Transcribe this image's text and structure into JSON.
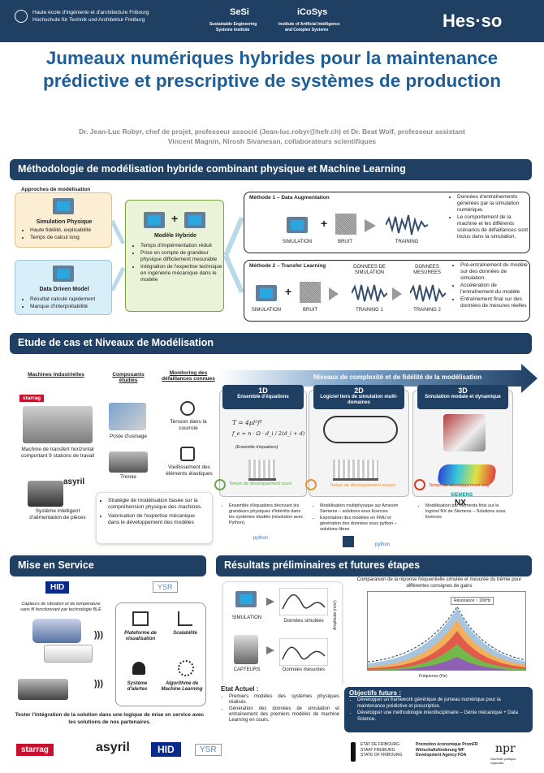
{
  "header": {
    "school_line1": "Haute école d'ingénierie et d'architecture Fribourg",
    "school_line2": "Hochschule für Technik und Architektur Freiburg",
    "sesi_name": "SeSi",
    "sesi_sub1": "Sustainable Engineering",
    "sesi_sub2": "Systems Institute",
    "icosys_name": "iCoSys",
    "icosys_sub1": "Institute of Artificial Intelligence",
    "icosys_sub2": "and Complex Systems",
    "hesso": "Hes·so"
  },
  "title": "Jumeaux numériques hybrides pour la maintenance prédictive et prescriptive de systèmes de production",
  "authors_line1": "Dr. Jean-Luc Robyr, chef de projet, professeur associé (Jean-luc.robyr@hefr.ch) et Dr. Beat Wolf, professeur assistant",
  "authors_line2": "Vincent Magnin, Nirosh Sivanesan, collaborateurs scientifiques",
  "sec1": {
    "title": "Méthodologie de modélisation hybride combinant physique et Machine Learning",
    "approaches_title": "Approches de modélisation",
    "sim_title": "Simulation Physique",
    "sim_b1": "Haute fidélité, explicabilité",
    "sim_b2": "Temps de calcul long",
    "data_title": "Data Driven Model",
    "data_b1": "Résultat calculé rapidement",
    "data_b2": "Manque d'interprétabilité",
    "hybrid_title": "Modèle Hybride",
    "hybrid_b1": "Temps d'implémentation réduit",
    "hybrid_b2": "Prise en compte de grandeur physique difficilement mesurable",
    "hybrid_b3": "Intégration de l'expertise technique en ingénierie mécanique dans le modèle",
    "m1_title": "Méthode 1 – Data Augmentation",
    "m1_sim": "SIMULATION",
    "m1_bruit": "BRUIT",
    "m1_training": "TRAINING",
    "m1_b1": "Données d'entraînements générées par la simulation numérique.",
    "m1_b2": "Le comportement de la machine et les différents scénarios de défaillances sont inclus dans la simulation.",
    "m2_title": "Méthode 2 – Transfer Learning",
    "m2_sim": "SIMULATION",
    "m2_bruit": "BRUIT",
    "m2_donnees_sim": "DONNEES DE SIMULATION",
    "m2_donnees_mes": "DONNEES MESUREES",
    "m2_tr1": "TRAINING 1",
    "m2_tr2": "TRAINING 2",
    "m2_b1": "Pré-entraînement du modèle sur des données de simulation.",
    "m2_b2": "Accélération de l'entraînement du modèle",
    "m2_b3": "Entraînement final sur des données de mesures réelles"
  },
  "sec2": {
    "title": "Etude de cas et Niveaux de Modélisation",
    "col1": "Machines industrielles",
    "col2": "Composants étudiés",
    "col3": "Monitoring des défaillances connues",
    "starrag_small": "starrag",
    "machine1": "Machine de transfert horizontal comportant 9 stations de travail",
    "asyril_small": "asyril",
    "machine2": "Système intelligent d'alimentation de pièces",
    "comp1": "Poste d'usinage",
    "comp2": "Trémie",
    "mon1": "Tension dans la courroie",
    "mon2": "Vieillissement des éléments élastiques",
    "arrow": "Niveaux de complexité et de fidélité de la modélisation",
    "lvl1_t": "1D",
    "lvl1_s": "Ensemble d'équations",
    "lvl2_t": "2D",
    "lvl2_s": "Logiciel tiers de simulation multi-domaines",
    "lvl3_t": "3D",
    "lvl3_s": "Simulation modale et dynamique",
    "eq1": "T = 4μl²f²",
    "eq2": "f_e = n · Ω · d_i / 2(d_i + d)",
    "eq_note": "(Ensemble d'équations)",
    "dev1": "Temps de développement court",
    "dev2": "Temps de développement moyen",
    "dev3": "Temps de développement long",
    "lvl1_d": "Ensemble d'équations décrivant les grandeurs physiques d'intérêts dans les systèmes étudiés (résolution avec Python).",
    "lvl2_d1": "Modélisation multiphysique sur Amesim Siemens – solutions sous licences",
    "lvl2_d2": "Exportation des modèles en FMU et génération des données sous python – solutions libres",
    "lvl3_d": "Modélisation par éléments finis sur le logiciel NX de Siemens – Solutions sous licences",
    "python": "python",
    "siemens": "SIEMENS",
    "nx": "NX",
    "strat1": "Stratégie de modélisation basée sur la compréhension physique des machines.",
    "strat2": "Valorisation de l'expertise mécanique dans le développement des modèles"
  },
  "sec3": {
    "title": "Mise en Service",
    "hid": "HID",
    "ysr": "YSR",
    "sensor_caption": "Capteurs de vibration et de température sans fil fonctionnant par technologie BLE",
    "f1": "Plateforme de visualisation",
    "f2": "Scalabilité",
    "f3": "Système d'alertes",
    "f4": "Algorithme de Machine Learning",
    "bottom": "Tester l'intégration de la solution dans une logique de mise en service avec les solutions de nos partenaires."
  },
  "sec4": {
    "title": "Résultats préliminaires et futures étapes",
    "sim": "SIMULATION",
    "sim_data": "Données simulées",
    "capt": "CAPTEURS",
    "capt_data": "Données mesurées",
    "chart_title": "Comparaison de la réponse fréquentielle simulée et mesurée du trémie pour différentes consignes de gains",
    "chart_legend": "Résonance ~ 100Hz",
    "xlabel": "Fréquence (Hz)",
    "ylabel": "Amplitude (m/s²)",
    "etat_title": "Etat Actuel :",
    "etat_b1": "Premiers modèles des systèmes physiques réalisés.",
    "etat_b2": "Génération des données de simulation et entraînement des premiers modèles de machine Learning en cours.",
    "obj_title": "Objectifs futurs :",
    "obj_b1": "Développer un framework générique de jumeau numérique pour la maintenance prédictive et prescriptive.",
    "obj_b2": "Développer une méthodologie interdisciplinaire – Génie mécanique + Data Science."
  },
  "footer": {
    "starrag": "starrag",
    "asyril": "asyril",
    "hid": "HID",
    "ysr": "YSR",
    "etat1": "ETAT DE FRIBOURG",
    "etat2": "STAAT FREIBURG",
    "etat3": "STATE OF FRIBOURG",
    "promo1": "Promotion économique PromFR",
    "promo2": "Wirtschaftsförderung WF",
    "promo3": "Development Agency FDA",
    "npr": "npr",
    "npr_sub": "Nouvelle politique régionale"
  }
}
